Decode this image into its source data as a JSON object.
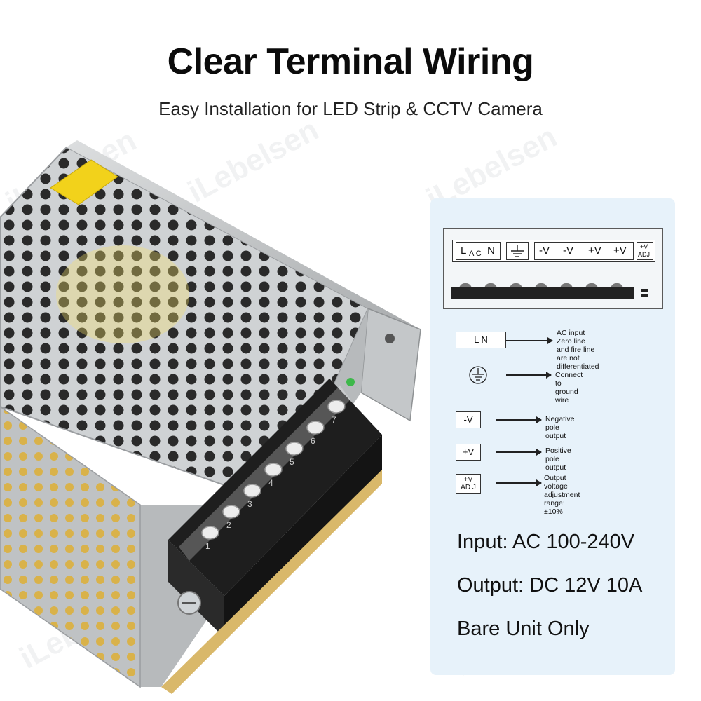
{
  "header": {
    "title": "Clear Terminal Wiring",
    "subtitle": "Easy Installation for LED Strip & CCTV Camera"
  },
  "watermark": {
    "text": "iLebelsen"
  },
  "terminal_strip": {
    "ln": {
      "l": "L",
      "ac": "A C",
      "n": "N"
    },
    "labels": [
      "-V",
      "-V",
      "+V",
      "+V"
    ],
    "adj": {
      "top": "+V",
      "bottom": "ADJ"
    }
  },
  "product": {
    "terminal_numbers": [
      "1",
      "2",
      "3",
      "4",
      "5",
      "6",
      "7"
    ]
  },
  "legend": [
    {
      "box": "L     N",
      "lines": [
        "AC input",
        "Zero line and fire line",
        "are not differentiated"
      ]
    },
    {
      "box": "",
      "lines": [
        "Connect to ground wire"
      ]
    },
    {
      "box": "-V",
      "lines": [
        "Negative pole output"
      ]
    },
    {
      "box": "+V",
      "lines": [
        "Positive pole output"
      ]
    },
    {
      "box_top": "+V",
      "box_bottom": "AD J",
      "lines": [
        "Output voltage adjustment",
        "range:±10%"
      ]
    }
  ],
  "specs": {
    "input": "Input: AC 100-240V",
    "output": "Output: DC 12V 10A",
    "note": "Bare Unit Only"
  },
  "colors": {
    "panel_bg": "#e7f2fa",
    "label_yellow": "#f2d21b",
    "terminal_black": "#1e1e1e",
    "metal": "#c9cbcd"
  }
}
